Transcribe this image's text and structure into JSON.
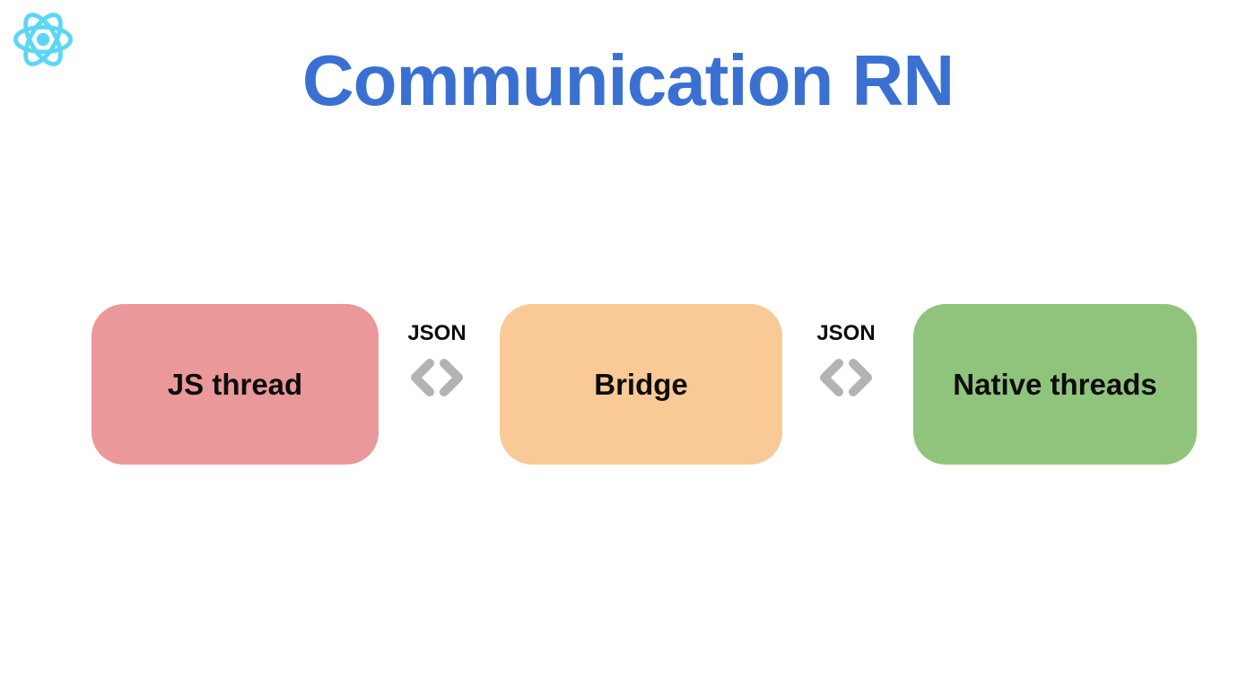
{
  "title": "Communication RN",
  "logo": {
    "icon": "react-logo-icon",
    "color": "#5BD7F5"
  },
  "diagram": {
    "nodes": [
      {
        "id": "js-thread",
        "label": "JS thread",
        "color": "#EA989A"
      },
      {
        "id": "bridge",
        "label": "Bridge",
        "color": "#FACA96"
      },
      {
        "id": "native-threads",
        "label": "Native threads",
        "color": "#90C47C"
      }
    ],
    "connectors": [
      {
        "label": "JSON",
        "icon": "code-brackets-icon"
      },
      {
        "label": "JSON",
        "icon": "code-brackets-icon"
      }
    ]
  },
  "colors": {
    "title_blue": "#3A70D2",
    "chevron_gray": "#B3B3B3",
    "node_text": "#0d0d0d",
    "background": "#FFFFFF"
  }
}
